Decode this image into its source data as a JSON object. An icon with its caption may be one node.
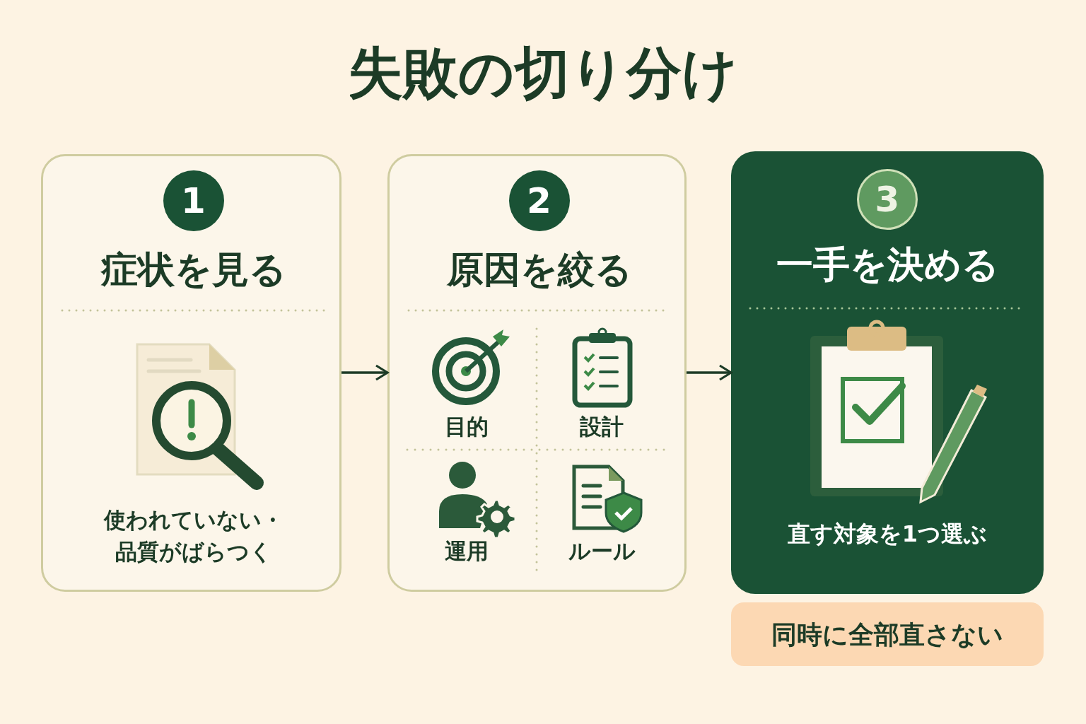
{
  "diagram": {
    "title": "失敗の切り分け",
    "nodes": [
      {
        "text": [
          "1",
          "症状を見る",
          "使われていない・品質がばらつく"
        ]
      },
      {
        "text": [
          "2",
          "原因を絞る"
        ]
      },
      {
        "text": [
          "3",
          "一手を決める",
          "直す対象を1つ選ぶ"
        ]
      },
      {
        "text": [
          "同時に全部直さない"
        ]
      }
    ],
    "edges": [
      {
        "from": 0,
        "to": 1,
        "arrow": "to"
      },
      {
        "from": 1,
        "to": 2,
        "arrow": "to"
      }
    ],
    "labels": [
      "目的",
      "設計",
      "運用",
      "ルール"
    ]
  }
}
